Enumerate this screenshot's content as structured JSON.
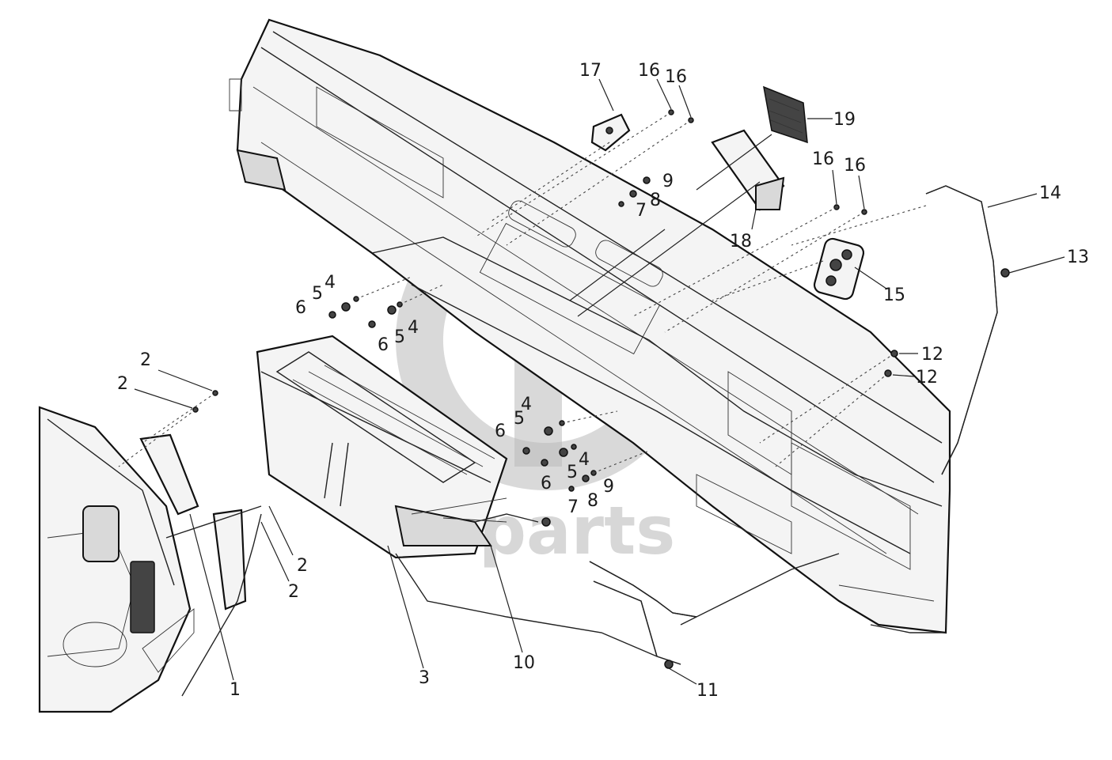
{
  "diagram": {
    "watermark_text": "-parts",
    "callouts": [
      {
        "id": "c17",
        "label": "17"
      },
      {
        "id": "c16a",
        "label": "16"
      },
      {
        "id": "c16b",
        "label": "16"
      },
      {
        "id": "c19",
        "label": "19"
      },
      {
        "id": "c9a",
        "label": "9"
      },
      {
        "id": "c8a",
        "label": "8"
      },
      {
        "id": "c7a",
        "label": "7"
      },
      {
        "id": "c16c",
        "label": "16"
      },
      {
        "id": "c16d",
        "label": "16"
      },
      {
        "id": "c14",
        "label": "14"
      },
      {
        "id": "c18",
        "label": "18"
      },
      {
        "id": "c13",
        "label": "13"
      },
      {
        "id": "c15",
        "label": "15"
      },
      {
        "id": "c4a",
        "label": "4"
      },
      {
        "id": "c5a",
        "label": "5"
      },
      {
        "id": "c6a",
        "label": "6"
      },
      {
        "id": "c4b",
        "label": "4"
      },
      {
        "id": "c5b",
        "label": "5"
      },
      {
        "id": "c6b",
        "label": "6"
      },
      {
        "id": "c12a",
        "label": "12"
      },
      {
        "id": "c12b",
        "label": "12"
      },
      {
        "id": "c2a",
        "label": "2"
      },
      {
        "id": "c2b",
        "label": "2"
      },
      {
        "id": "c4c",
        "label": "4"
      },
      {
        "id": "c5c",
        "label": "5"
      },
      {
        "id": "c6c",
        "label": "6"
      },
      {
        "id": "c4d",
        "label": "4"
      },
      {
        "id": "c5d",
        "label": "5"
      },
      {
        "id": "c6d",
        "label": "6"
      },
      {
        "id": "c9b",
        "label": "9"
      },
      {
        "id": "c8b",
        "label": "8"
      },
      {
        "id": "c7b",
        "label": "7"
      },
      {
        "id": "c2c",
        "label": "2"
      },
      {
        "id": "c2d",
        "label": "2"
      },
      {
        "id": "c10",
        "label": "10"
      },
      {
        "id": "c3",
        "label": "3"
      },
      {
        "id": "c1",
        "label": "1"
      },
      {
        "id": "c11",
        "label": "11"
      }
    ]
  }
}
